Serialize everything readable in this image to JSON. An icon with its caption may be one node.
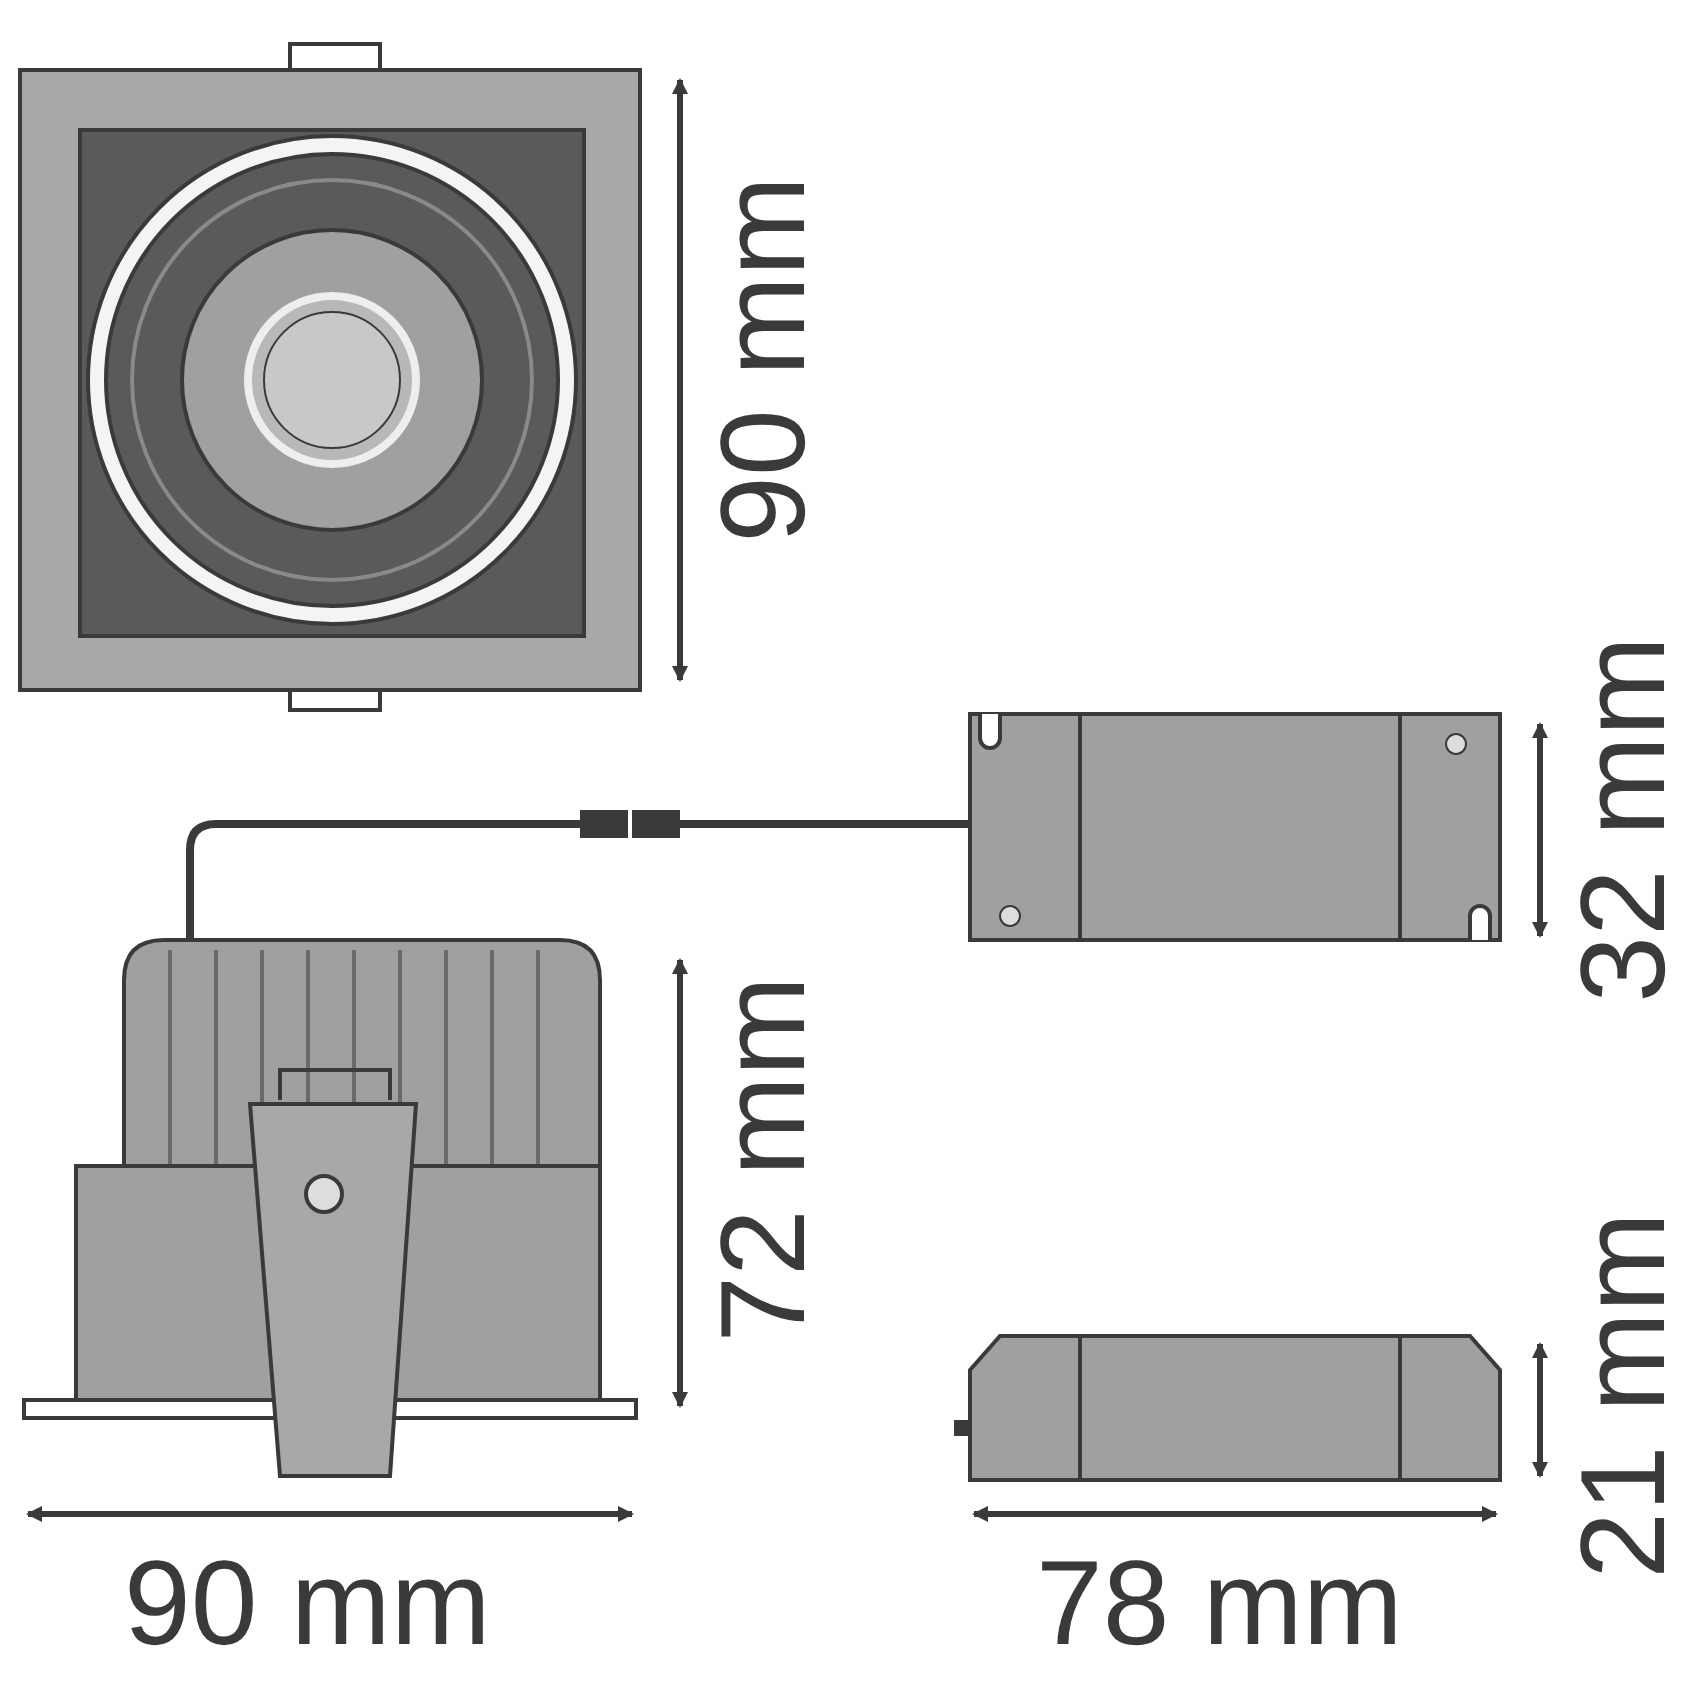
{
  "diagram": {
    "labels": [
      "90 mm",
      "32 mm",
      "72 mm",
      "21 mm",
      "90 mm",
      "78 mm"
    ]
  }
}
